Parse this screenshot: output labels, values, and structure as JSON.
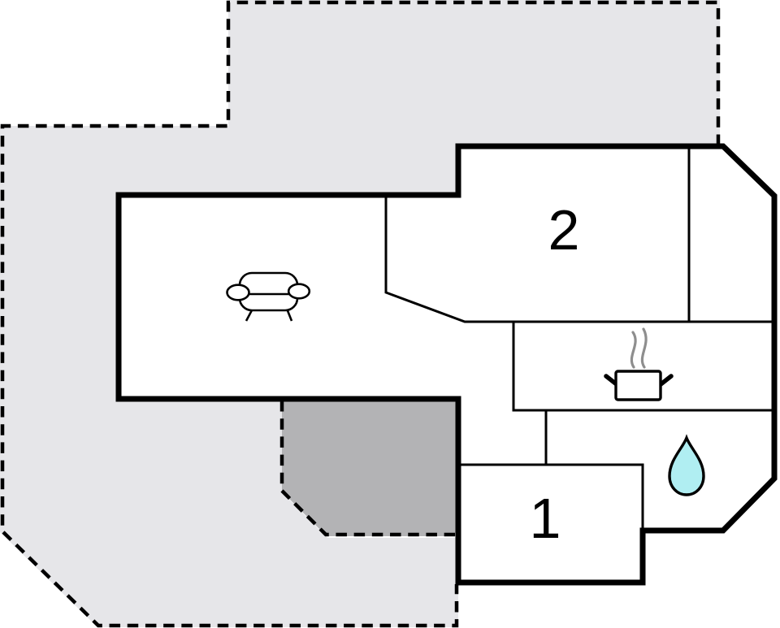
{
  "floorplan": {
    "type": "vacation-house-floor-plan",
    "rooms": [
      {
        "id": "bedroom-2",
        "label": "2"
      },
      {
        "id": "bedroom-1",
        "label": "1"
      }
    ],
    "icons": {
      "sofa": "sofa-icon",
      "cooking_pot": "cooking-pot-icon",
      "steam": "steam-icon",
      "water_drop": "water-drop-icon"
    },
    "colors": {
      "terrace_light": "#e6e6e9",
      "patio_dark": "#b3b3b5",
      "wall": "#000000",
      "room_fill": "#ffffff",
      "steam": "#8e8e8e",
      "water_drop": "#b0eef2"
    }
  }
}
